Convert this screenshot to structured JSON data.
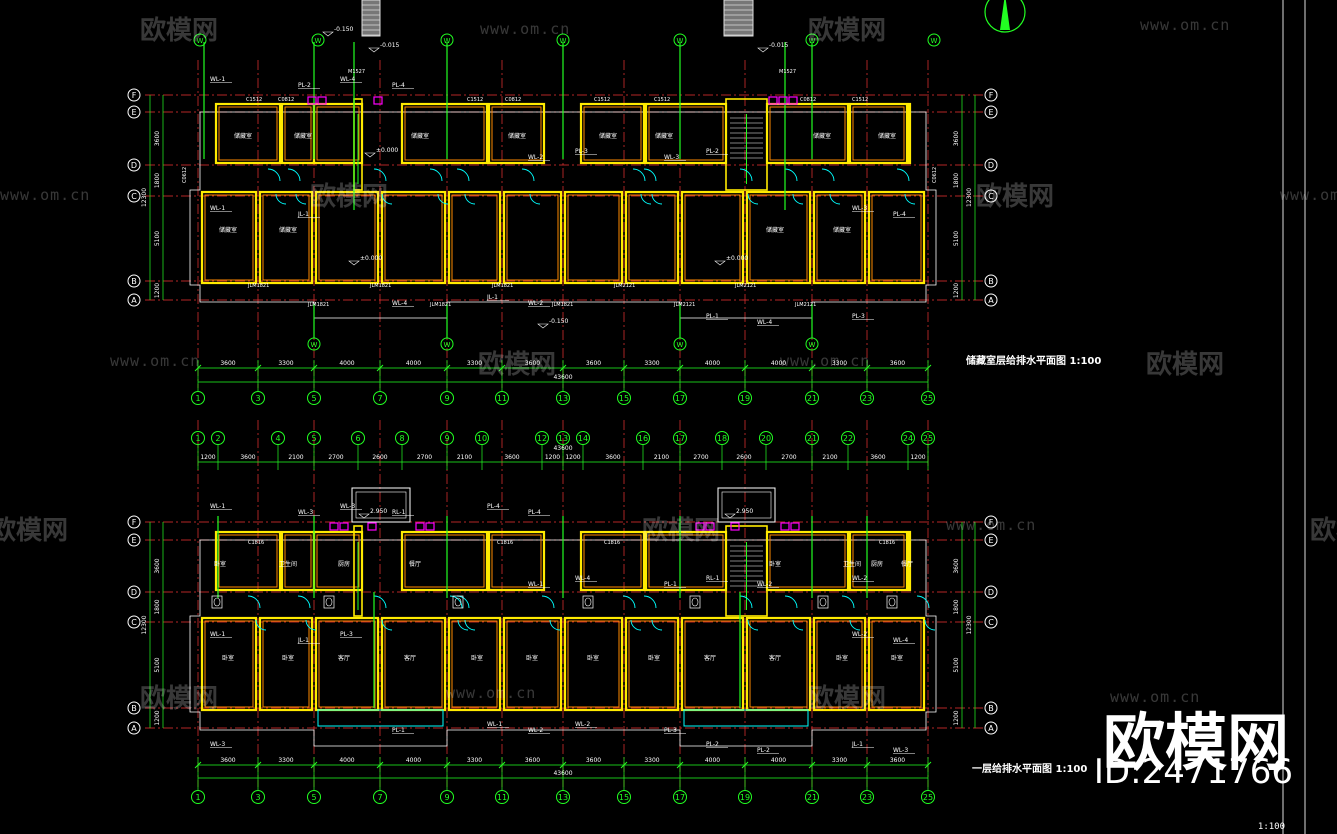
{
  "watermark": {
    "brand": "欧模网",
    "url": "www.om.cn"
  },
  "brand_badge": {
    "name": "欧模网",
    "id": "ID:2471766"
  },
  "scale_note": "1:100",
  "plans": [
    {
      "title": "储藏室层给排水平面图 1:100",
      "total_dimension": "43600",
      "grid_numbers": [
        "1",
        "3",
        "5",
        "7",
        "9",
        "11",
        "13",
        "15",
        "17",
        "19",
        "21",
        "23",
        "25"
      ],
      "bottom_spacings": [
        "3600",
        "3300",
        "4000",
        "4000",
        "3300",
        "3600",
        "3600",
        "3300",
        "4000",
        "4000",
        "3300",
        "3600"
      ],
      "row_axes": [
        "F",
        "E",
        "D",
        "C",
        "B",
        "A"
      ],
      "row_spacings": [
        "3600",
        "1800",
        "5100",
        "1200"
      ],
      "overall_height": "12300",
      "level_marks": [
        "-0.150",
        "±0.000",
        "±0.000",
        "±0.000",
        "-0.150",
        "-0.015",
        "-0.015"
      ],
      "pipe_tags": [
        "WL-1",
        "WL-2",
        "WL-3",
        "WL-4",
        "PL-1",
        "PL-2",
        "PL-3",
        "PL-4",
        "JL-1",
        "WL-4",
        "WL-4",
        "WL-3",
        "WL-1",
        "WL-2",
        "PL-3",
        "PL-4",
        "PL-2",
        "JL-1"
      ],
      "door_tags": [
        "JLM1821",
        "JLM1821",
        "JLM1821",
        "JLM2121",
        "JLM2121",
        "JLM1821",
        "JLM1821",
        "JLM1821",
        "JLM2121",
        "JLM2121"
      ],
      "window_tags": [
        "C1512",
        "C0812",
        "C1512",
        "C0812",
        "C1512",
        "C1512",
        "C0812",
        "C1512",
        "C0612",
        "C0612",
        "M1527",
        "M1527"
      ],
      "room_labels": [
        "储藏室",
        "储藏室",
        "储藏室",
        "储藏室",
        "储藏室",
        "储藏室",
        "储藏室",
        "储藏室",
        "储藏室",
        "储藏室",
        "储藏室",
        "储藏室"
      ]
    },
    {
      "title": "一层给排水平面图 1:100",
      "total_dimension": "43600",
      "grid_numbers": [
        "1",
        "3",
        "5",
        "7",
        "9",
        "11",
        "13",
        "15",
        "17",
        "19",
        "21",
        "23",
        "25"
      ],
      "top_grid_numbers": [
        "1",
        "2",
        "4",
        "5",
        "6",
        "8",
        "9",
        "10",
        "12",
        "13",
        "14",
        "16",
        "17",
        "18",
        "20",
        "21",
        "22",
        "24",
        "25"
      ],
      "top_spacings": [
        "1200",
        "3600",
        "2100",
        "2700",
        "2600",
        "2700",
        "2100",
        "3600",
        "1200",
        "1200",
        "3600",
        "2100",
        "2700",
        "2600",
        "2700",
        "2100",
        "3600",
        "1200"
      ],
      "bottom_spacings": [
        "3600",
        "3300",
        "4000",
        "4000",
        "3300",
        "3600",
        "3600",
        "3300",
        "4000",
        "4000",
        "3300",
        "3600"
      ],
      "row_axes": [
        "F",
        "E",
        "D",
        "C",
        "B",
        "A"
      ],
      "row_spacings": [
        "3600",
        "1800",
        "5100",
        "1200"
      ],
      "overall_height": "12300",
      "level_marks": [
        "2.950",
        "2.950"
      ],
      "pipe_tags": [
        "WL-1",
        "WL-1",
        "WL-2",
        "PL-1",
        "PL-2",
        "WL-3",
        "WL-4",
        "WL-4",
        "WL-1",
        "PL-2",
        "WL-3",
        "PL-1",
        "WL-1",
        "WL-2",
        "JL-1",
        "RL-1",
        "RL-1",
        "JL-1",
        "WL-2",
        "WL-3",
        "PL-4",
        "WL-2",
        "PL-3",
        "PL-3",
        "WL-3",
        "PL-4",
        "WL-2"
      ],
      "window_tags": [
        "C1816",
        "C1816",
        "C1816",
        "C1816"
      ],
      "room_labels": [
        "卧室",
        "卫生间",
        "厨房",
        "餐厅",
        "卧室",
        "卧室",
        "客厅",
        "客厅",
        "卧室",
        "卧室",
        "卧室",
        "卧室",
        "客厅",
        "客厅",
        "卧室",
        "卧室",
        "卧室",
        "卫生间",
        "厨房",
        "餐厅"
      ]
    }
  ]
}
